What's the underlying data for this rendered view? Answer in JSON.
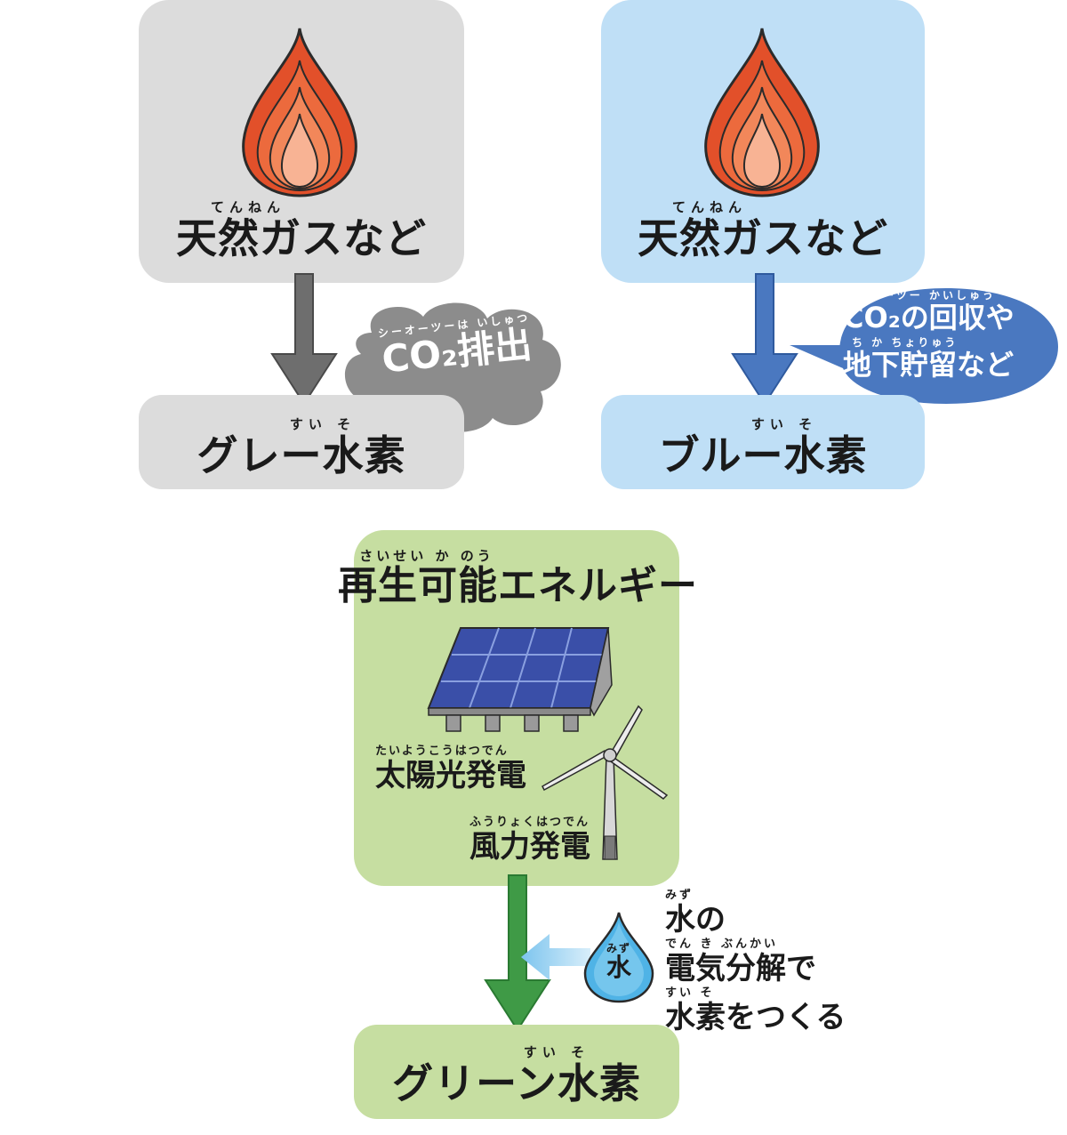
{
  "gray_path": {
    "source_ruby": "てんねん",
    "source": "天然ガスなど",
    "emission_ruby": "シーオーツーは いしゅつ",
    "emission": "CO₂排出",
    "result_ruby": "すい そ",
    "result": "グレー水素"
  },
  "blue_path": {
    "source_ruby": "てんねん",
    "source": "天然ガスなど",
    "capture_ruby1": "シーオーツー かいしゅう",
    "capture_line1": "CO₂の回収や",
    "capture_ruby2": "ち か ちょりゅう",
    "capture_line2": "地下貯留など",
    "result_ruby": "すい そ",
    "result": "ブルー水素"
  },
  "green_path": {
    "source_ruby": "さいせい か のう",
    "source": "再生可能エネルギー",
    "solar_ruby": "たいようこうはつでん",
    "solar": "太陽光発電",
    "wind_ruby": "ふうりょくはつでん",
    "wind": "風力発電",
    "water_ruby": "みず",
    "water": "水",
    "process_ruby1": "みず",
    "process_line1": "水の",
    "process_ruby2": "でん き ぶんかい",
    "process_line2": "電気分解で",
    "process_ruby3": "すい そ",
    "process_line3": "水素をつくる",
    "result_ruby": "すい そ",
    "result": "グリーン水素"
  },
  "colors": {
    "gray_box": "#dcdcdc",
    "gray_arrow": "#6e6e6e",
    "blue_box": "#bfdff6",
    "blue_arrow": "#4a78c0",
    "green_box": "#c6dea1",
    "green_arrow": "#3f9a46",
    "flame": "#e2502a"
  },
  "icons": [
    "flame-icon",
    "smoke-cloud-icon",
    "speech-bubble-icon",
    "solar-panel-icon",
    "wind-turbine-icon",
    "water-drop-icon"
  ]
}
